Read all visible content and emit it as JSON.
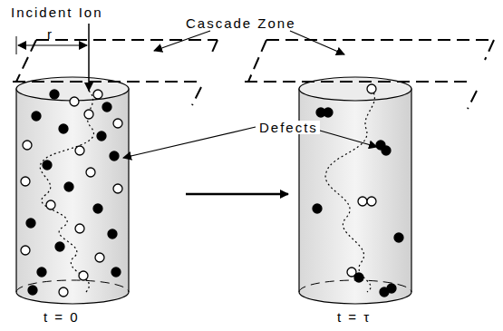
{
  "diagram": {
    "labels": [
      "Incident Ion",
      "Cascade Zone",
      "Defects",
      "r",
      "t = 0",
      "t = τ"
    ]
  }
}
